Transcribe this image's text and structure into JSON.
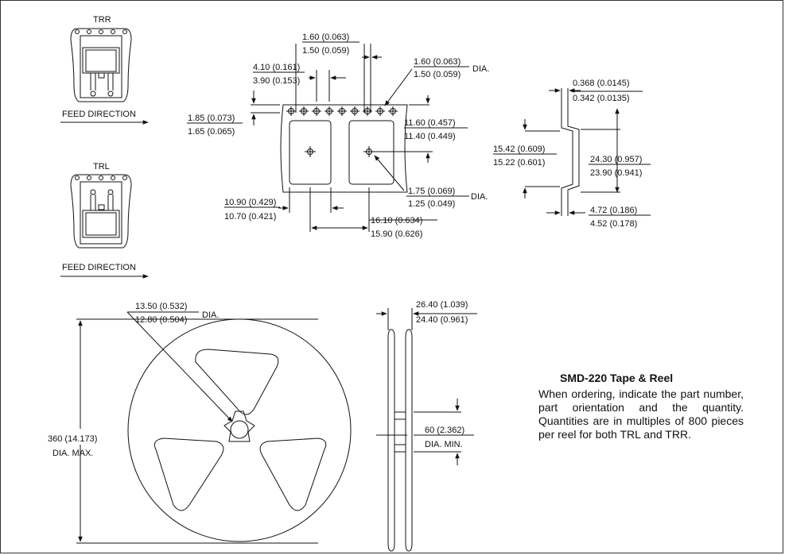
{
  "orientation_labels": {
    "trr": "TRR",
    "trl": "TRL",
    "feed_direction": "FEED DIRECTION"
  },
  "tape_dimensions": {
    "hole_pitch_max": "1.60 (0.063)",
    "hole_pitch_min": "1.50 (0.059)",
    "hole_dia_max": "1.60 (0.063)",
    "hole_dia_min": "1.50 (0.059)",
    "hole_dia_suffix": "DIA.",
    "pitch_max": "4.10 (0.161)",
    "pitch_min": "3.90 (0.153)",
    "edge_max": "1.85 (0.073)",
    "edge_min": "1.65 (0.065)",
    "width_a_max": "11.60 (0.457)",
    "width_a_min": "11.40 (0.449)",
    "pocket_hole_max": "1.75 (0.069)",
    "pocket_hole_min": "1.25 (0.049)",
    "pocket_hole_suffix": "DIA.",
    "pocket_w_max": "10.90 (0.429)",
    "pocket_w_min": "10.70 (0.421)",
    "pocket_pitch_max": "16.10 (0.634)",
    "pocket_pitch_min": "15.90 (0.626)"
  },
  "tape_profile": {
    "thick_max": "0.368 (0.0145)",
    "thick_min": "0.342 (0.0135)",
    "inner_max": "15.42 (0.609)",
    "inner_min": "15.22 (0.601)",
    "outer_max": "24.30 (0.957)",
    "outer_min": "23.90 (0.941)",
    "depth_max": "4.72 (0.186)",
    "depth_min": "4.52 (0.178)"
  },
  "reel": {
    "hub_max": "13.50 (0.532)",
    "hub_min": "12.80 (0.504)",
    "hub_suffix": "DIA.",
    "diameter_line1": "360 (14.173)",
    "diameter_line2": "DIA. MAX.",
    "width_max": "26.40 (1.039)",
    "width_min": "24.40 (0.961)",
    "core_line1": "60 (2.362)",
    "core_line2": "DIA. MIN."
  },
  "info": {
    "title": "SMD-220 Tape & Reel",
    "body": "When ordering, indicate the part number, part orientation and the quantity. Quantities are in multiples of 800 pieces per reel for both TRL and TRR."
  }
}
